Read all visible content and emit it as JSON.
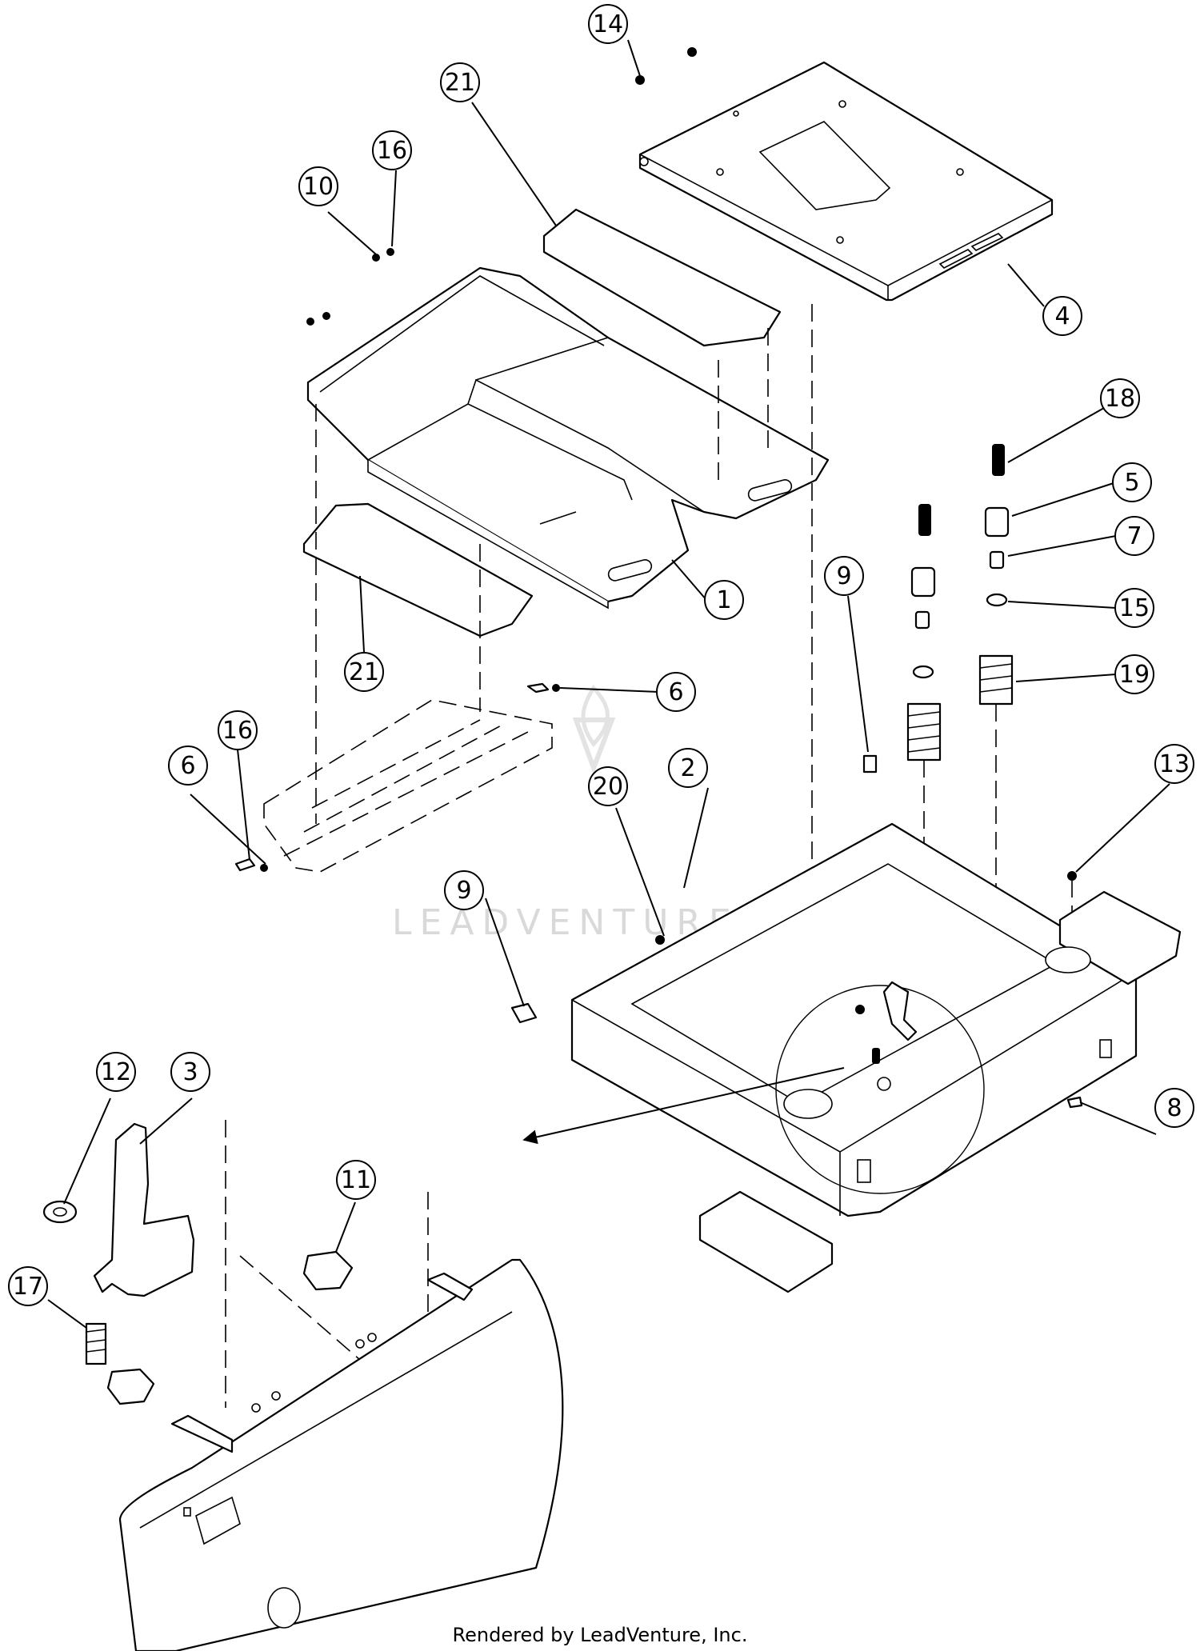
{
  "callouts": [
    {
      "label": "14"
    },
    {
      "label": "21"
    },
    {
      "label": "16"
    },
    {
      "label": "10"
    },
    {
      "label": "4"
    },
    {
      "label": "18"
    },
    {
      "label": "5"
    },
    {
      "label": "7"
    },
    {
      "label": "15"
    },
    {
      "label": "19"
    },
    {
      "label": "9"
    },
    {
      "label": "1"
    },
    {
      "label": "21"
    },
    {
      "label": "6"
    },
    {
      "label": "16"
    },
    {
      "label": "6"
    },
    {
      "label": "2"
    },
    {
      "label": "20"
    },
    {
      "label": "13"
    },
    {
      "label": "9"
    },
    {
      "label": "12"
    },
    {
      "label": "3"
    },
    {
      "label": "11"
    },
    {
      "label": "8"
    },
    {
      "label": "17"
    }
  ],
  "watermark": "LEADVENTURE",
  "footer": "Rendered by LeadVenture, Inc."
}
